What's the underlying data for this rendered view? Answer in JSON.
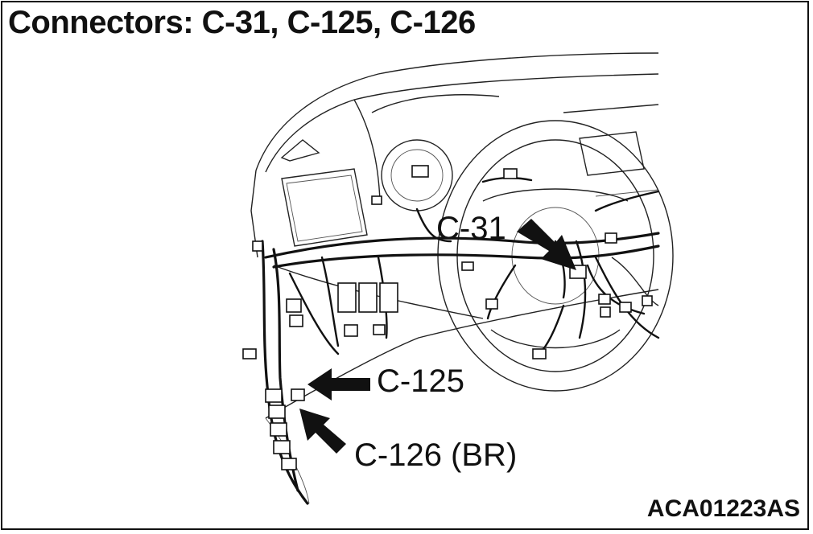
{
  "title": "Connectors: C-31, C-125, C-126",
  "callouts": {
    "c31": "C-31",
    "c125": "C-125",
    "c126": "C-126 (BR)"
  },
  "figure_id": "ACA01223AS"
}
